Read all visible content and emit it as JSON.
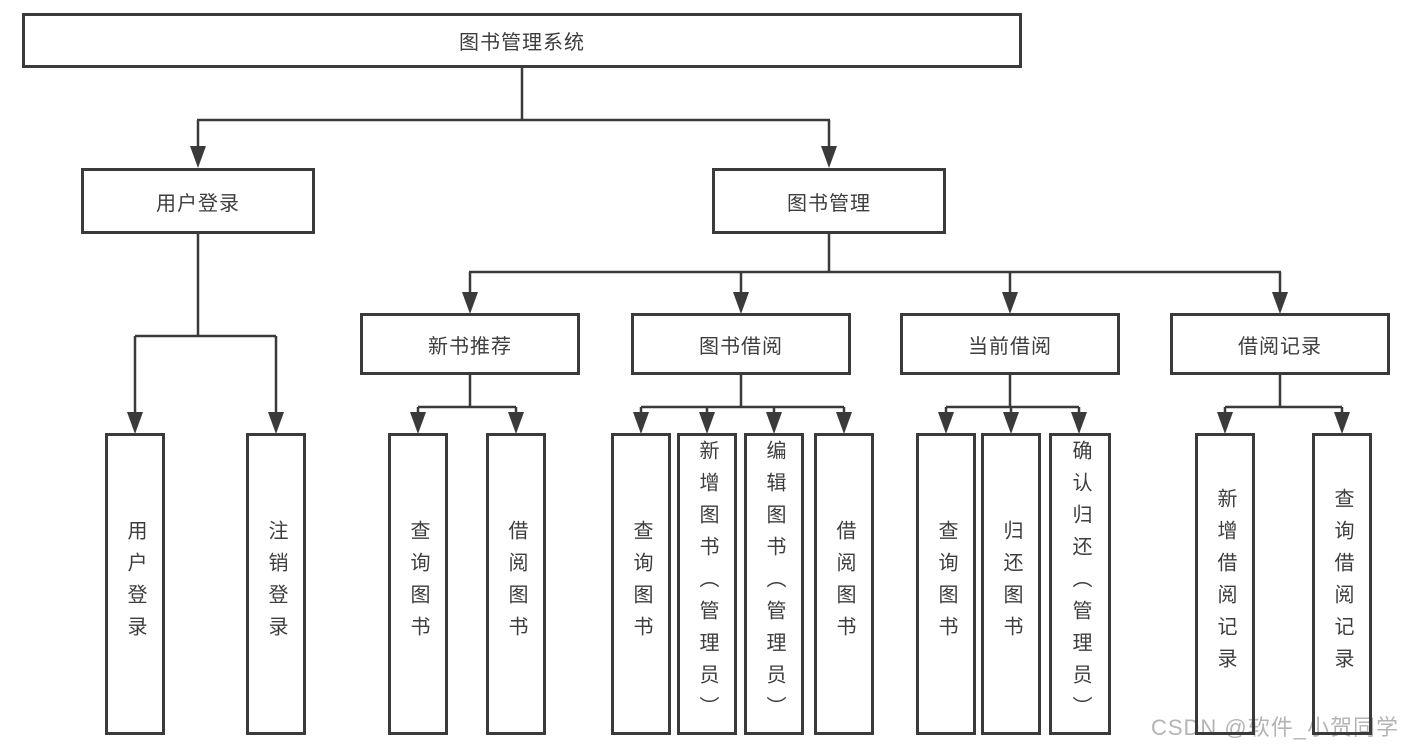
{
  "root": {
    "label": "图书管理系统"
  },
  "level2": {
    "user_login": {
      "label": "用户登录"
    },
    "book_management": {
      "label": "图书管理"
    }
  },
  "level3": {
    "new_book_recommend": {
      "label": "新书推荐"
    },
    "book_borrow": {
      "label": "图书借阅"
    },
    "current_borrow": {
      "label": "当前借阅"
    },
    "borrow_record": {
      "label": "借阅记录"
    }
  },
  "leaves": {
    "user_login": {
      "label": "用户登录"
    },
    "logout": {
      "label": "注销登录"
    },
    "query_book_recommend": {
      "label": "查询图书"
    },
    "borrow_book_recommend": {
      "label": "借阅图书"
    },
    "query_book_borrow": {
      "label": "查询图书"
    },
    "add_book_admin": {
      "label": "新增图书（管理员）"
    },
    "edit_book_admin": {
      "label": "编辑图书（管理员）"
    },
    "borrow_book_borrow": {
      "label": "借阅图书"
    },
    "query_book_current": {
      "label": "查询图书"
    },
    "return_book": {
      "label": "归还图书"
    },
    "confirm_return_admin": {
      "label": "确认归还（管理员）"
    },
    "add_borrow_record": {
      "label": "新增借阅记录"
    },
    "query_borrow_record": {
      "label": "查询借阅记录"
    }
  },
  "watermark": {
    "text": "CSDN @软件_小贺同学"
  },
  "colors": {
    "line": "#3a3a3a",
    "box_border": "#3a3a3a",
    "box_fill": "#ffffff",
    "text": "#3d3d3d",
    "watermark": "#b4b4b4",
    "background": "#ffffff"
  }
}
